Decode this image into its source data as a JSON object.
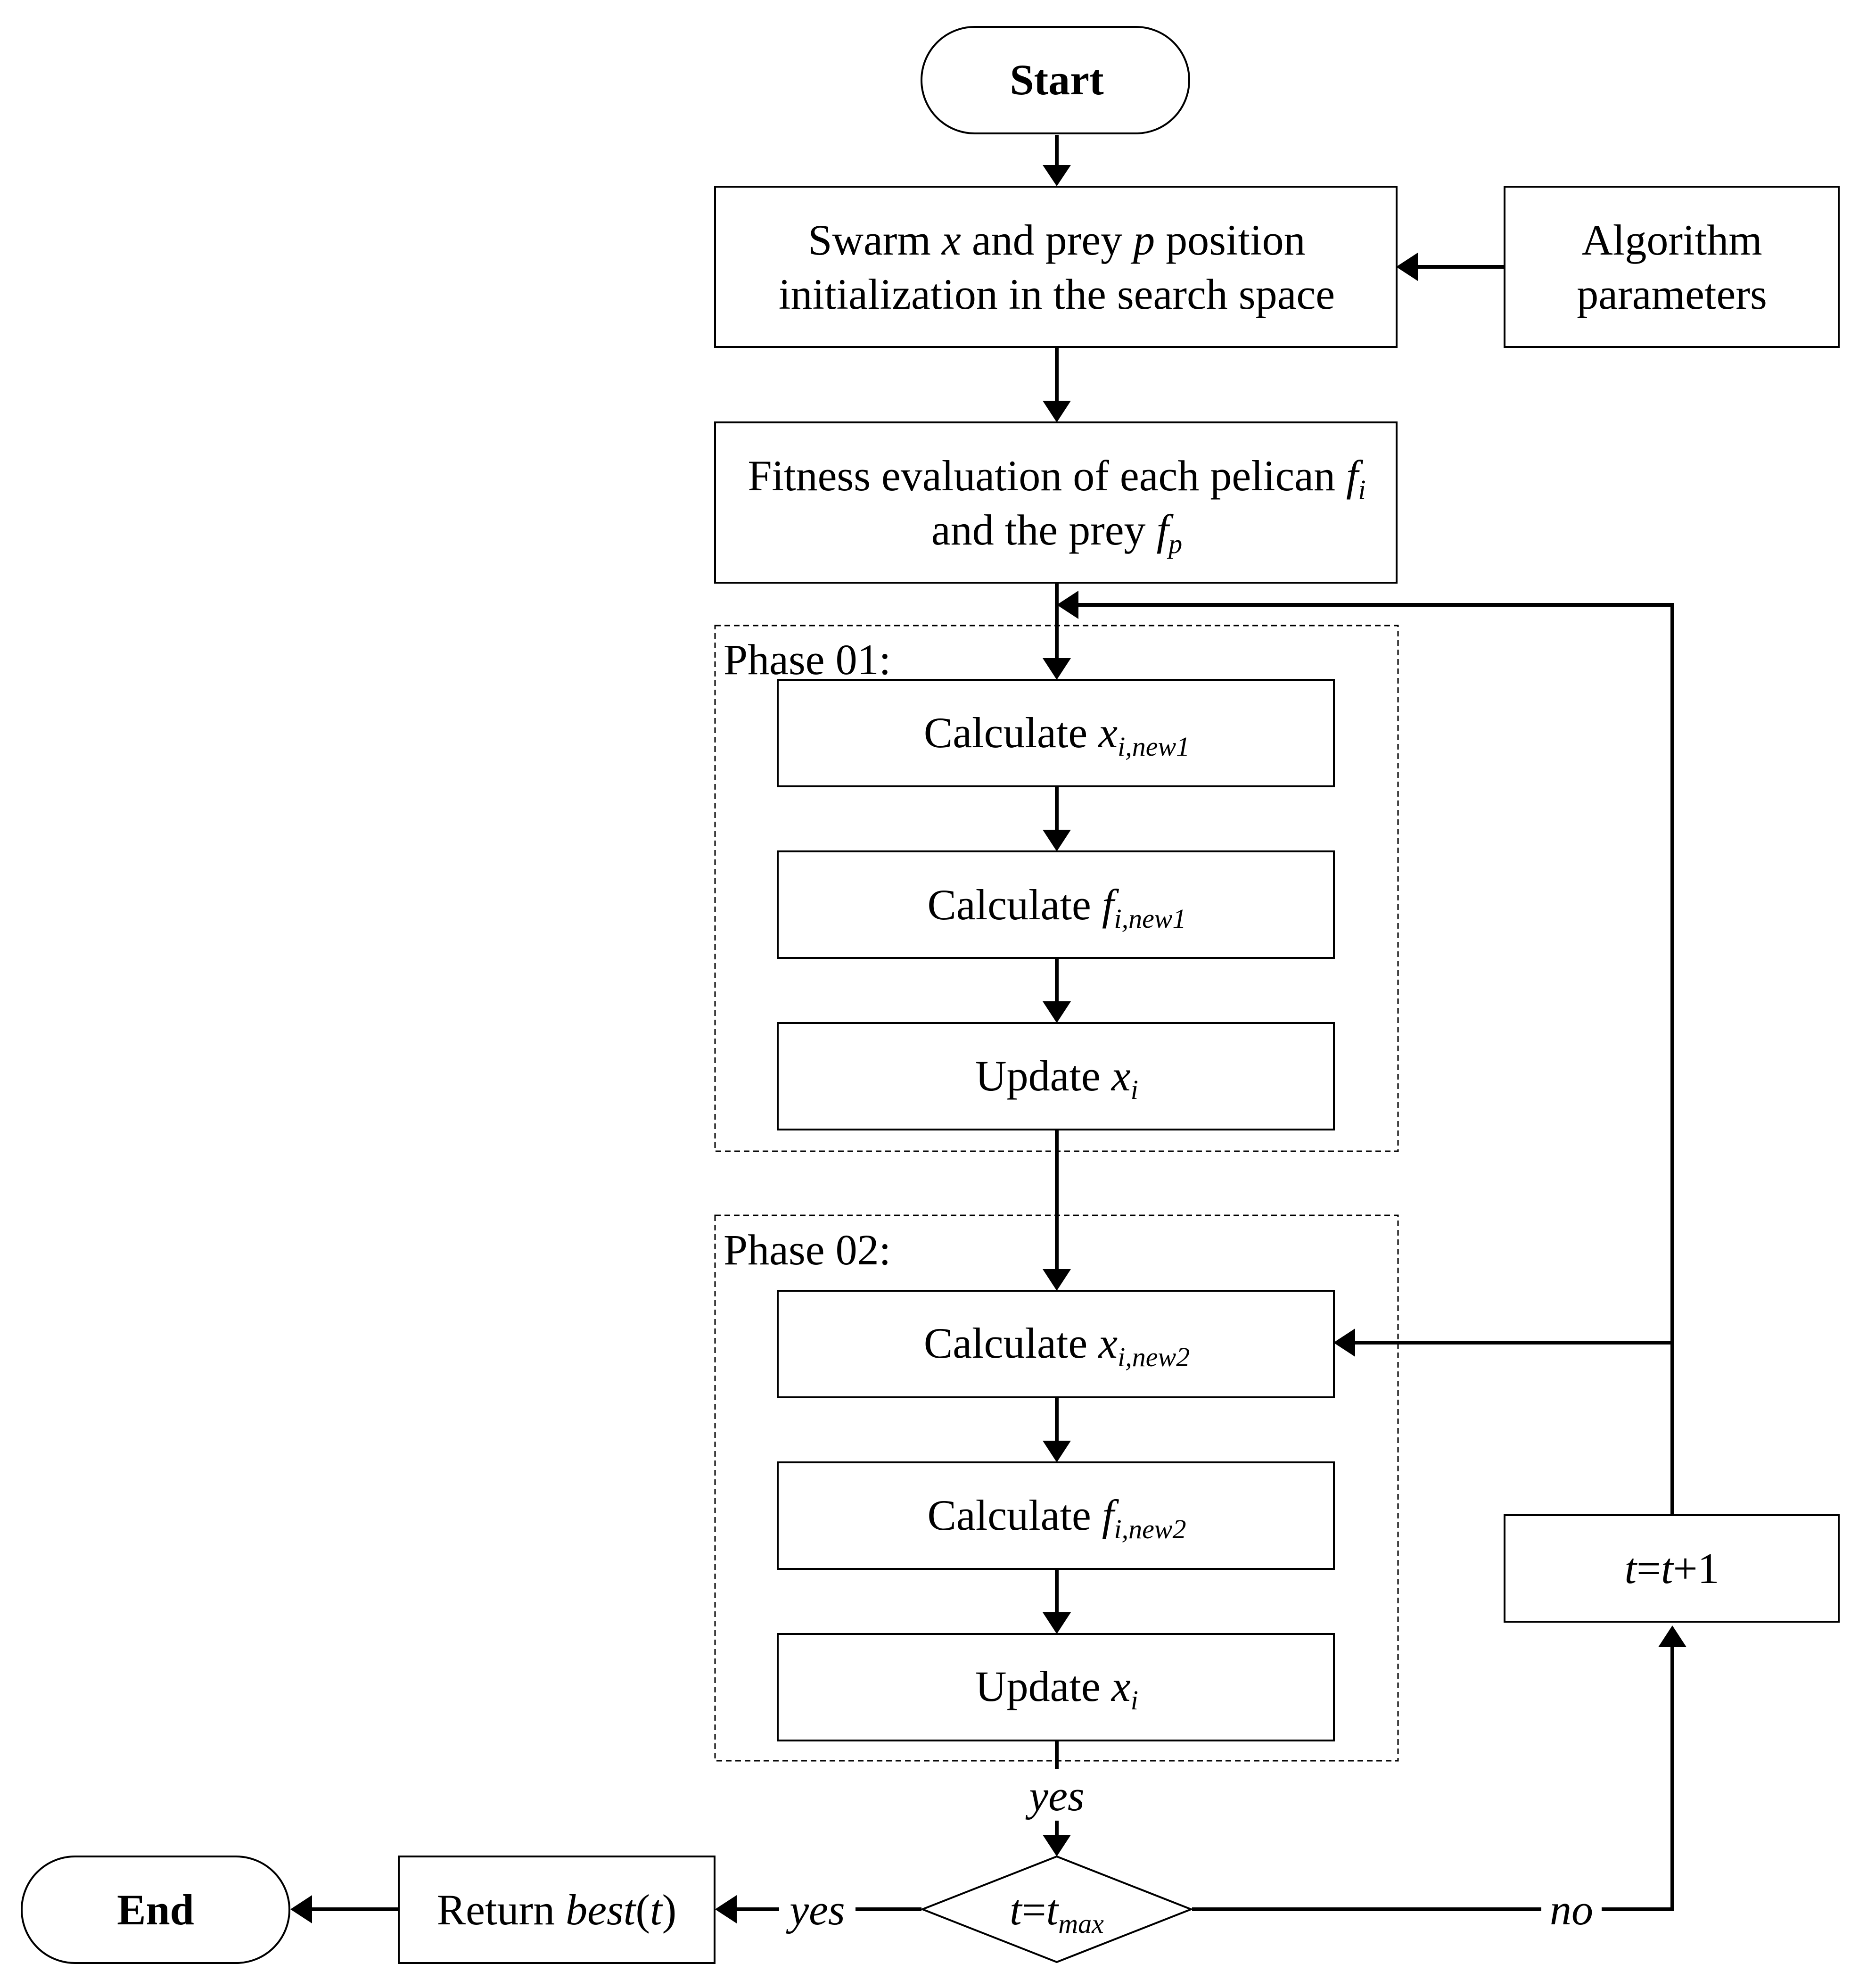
{
  "nodes": {
    "start": "Start",
    "init": {
      "line1_a": "Swarm ",
      "line1_x": "x",
      "line1_b": " and prey ",
      "line1_p": "p",
      "line1_c": " position",
      "line2": "initialization in the search space"
    },
    "params": {
      "line1": "Algorithm",
      "line2": "parameters"
    },
    "fitness": {
      "line1": "Fitness evaluation of each pelican ",
      "line1_f": "f",
      "line1_sub": "i",
      "line2": "and the prey ",
      "line2_f": "f",
      "line2_sub": "p"
    },
    "phase1": {
      "label": "Phase 01:",
      "calc_x": {
        "text": "Calculate ",
        "var": "x",
        "sub": "i,new1"
      },
      "calc_f": {
        "text": "Calculate ",
        "var": "f",
        "sub": "i,new1"
      },
      "update": {
        "text": "Update ",
        "var": "x",
        "sub": "i"
      }
    },
    "phase2": {
      "label": "Phase 02:",
      "calc_x": {
        "text": "Calculate ",
        "var": "x",
        "sub": "i,new2"
      },
      "calc_f": {
        "text": "Calculate ",
        "var": "f",
        "sub": "i,new2"
      },
      "update": {
        "text": "Update ",
        "var": "x",
        "sub": "i"
      }
    },
    "increment": {
      "t1": "t",
      "eq": "=",
      "t2": "t",
      "plus": "+1"
    },
    "decision": {
      "t": "t",
      "eq": "=",
      "tm": "t",
      "sub": "max"
    },
    "return": {
      "text": "Return ",
      "best": "best",
      "paren_open": "(",
      "t": "t",
      "paren_close": ")"
    },
    "end": "End"
  },
  "edge_labels": {
    "yes_down": "yes",
    "yes_left": "yes",
    "no_right": "no"
  }
}
